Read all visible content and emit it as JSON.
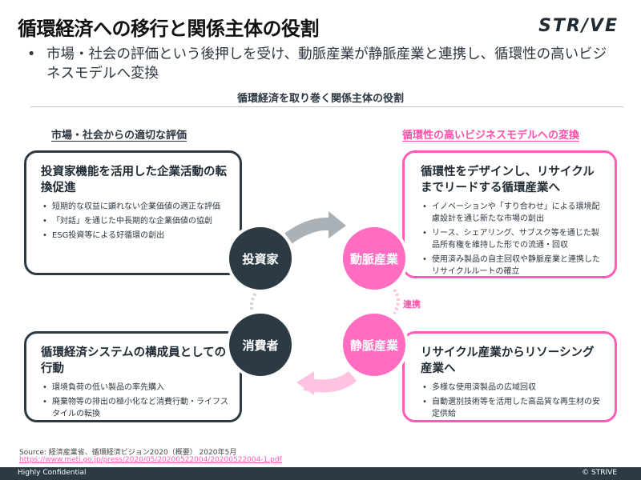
{
  "title": "循環経済への移行と関係主体の役割",
  "logo": "STR/VE",
  "summary_bullet": "市場・社会の評価という後押しを受け、動脈産業が静脈産業と連携し、循環性の高いビジネスモデルへ変換",
  "diagram_title": "循環経済を取り巻く関係主体の役割",
  "left_heading": "市場・社会からの適切な評価",
  "right_heading": "循環性の高いビジネスモデルへの変換",
  "boxes": {
    "investor": {
      "title": "投資家機能を活用した企業活動の転換促進",
      "items": [
        "短期的な収益に顕れない企業価値の適正な評価",
        "「対話」を通じた中長期的な企業価値の協創",
        "ESG投資等による好循環の創出"
      ]
    },
    "consumer": {
      "title": "循環経済システムの構成員としての行動",
      "items": [
        "環境負荷の低い製品の率先購入",
        "廃棄物等の排出の極小化など消費行動・ライフスタイルの転換"
      ]
    },
    "arterial": {
      "title": "循環性をデザインし、リサイクルまでリードする循環産業へ",
      "items": [
        "イノベーションや「すり合わせ」による環境配慮設計を通じ新たな市場の創出",
        "リース、シェアリング、サブスク等を通じた製品所有権を維持した形での流通・回収",
        "使用済み製品の自主回収や静脈産業と連携したリサイクルルートの確立"
      ]
    },
    "venous": {
      "title": "リサイクル産業からリソーシング産業へ",
      "items": [
        "多様な使用済製品の広域回収",
        "自動選別技術等を活用した高品質な再生材の安定供給"
      ]
    }
  },
  "circles": {
    "investor": "投資家",
    "consumer": "消費者",
    "arterial": "動脈産業",
    "venous": "静脈産業"
  },
  "link_label": "連携",
  "source": "Source: 経済産業省、循環経済ビジョン2020（概要） 2020年5月",
  "source_url": "https://www.meti.go.jp/press/2020/05/20200522004/20200522004-1.pdf",
  "footer_left": "Highly Confidential",
  "footer_right": "© STRIVE",
  "colors": {
    "dark": "#2c3a44",
    "pink": "#ff5cb5",
    "pink_light": "#ffc2e0",
    "gray_arrow": "#aab2b8"
  }
}
